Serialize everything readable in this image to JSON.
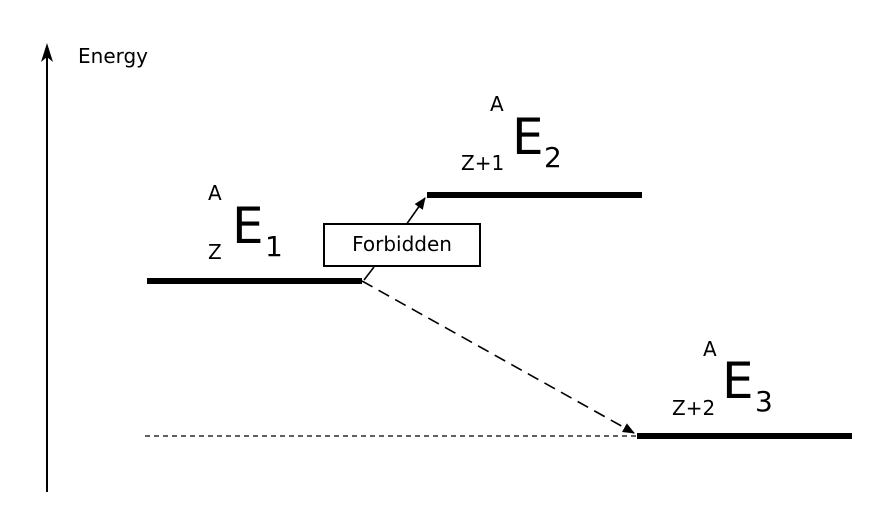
{
  "axis": {
    "label": "Energy"
  },
  "levels": [
    {
      "id": "E1",
      "mass": "A",
      "charge": "Z",
      "symbol": "E",
      "sub": "1"
    },
    {
      "id": "E2",
      "mass": "A",
      "charge": "Z+1",
      "symbol": "E",
      "sub": "2"
    },
    {
      "id": "E3",
      "mass": "A",
      "charge": "Z+2",
      "symbol": "E",
      "sub": "3"
    }
  ],
  "transition_box": {
    "label": "Forbidden"
  },
  "colors": {
    "line": "#000000",
    "background": "#ffffff"
  }
}
